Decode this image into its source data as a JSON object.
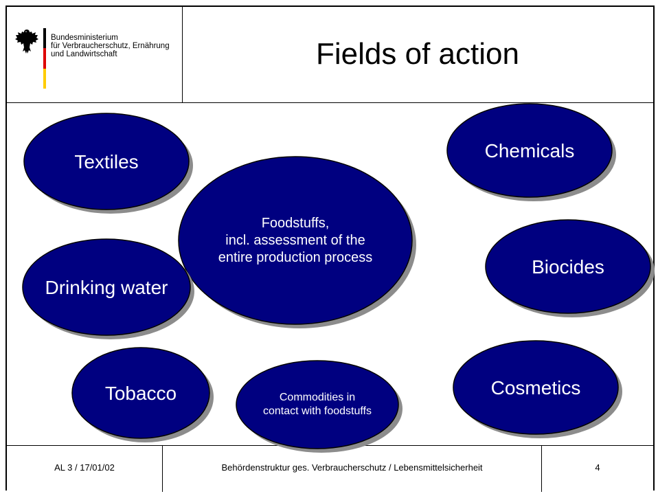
{
  "header": {
    "ministry_lines": [
      "Bundesministerium",
      "für Verbraucherschutz, Ernährung",
      "und Landwirtschaft"
    ],
    "title": "Fields of action",
    "flag_colors": [
      "#000000",
      "#dd0000",
      "#ffcc00"
    ]
  },
  "bubbles": {
    "fill_color": "#000080",
    "shadow_color": "#8c8c8c",
    "items": [
      {
        "key": "textiles",
        "label": "Textiles"
      },
      {
        "key": "chemicals",
        "label": "Chemicals"
      },
      {
        "key": "foodstuffs",
        "label": "Foodstuffs,\nincl. assessment of the\nentire production process"
      },
      {
        "key": "biocides",
        "label": "Biocides"
      },
      {
        "key": "drinking-water",
        "label": "Drinking water"
      },
      {
        "key": "tobacco",
        "label": "Tobacco"
      },
      {
        "key": "commodities",
        "label": "Commodities in\ncontact with foodstuffs"
      },
      {
        "key": "cosmetics",
        "label": "Cosmetics"
      }
    ]
  },
  "footer": {
    "left": "AL 3 / 17/01/02",
    "middle": "Behördenstruktur ges. Verbraucherschutz / Lebensmittelsicherheit",
    "page_number": "4"
  }
}
